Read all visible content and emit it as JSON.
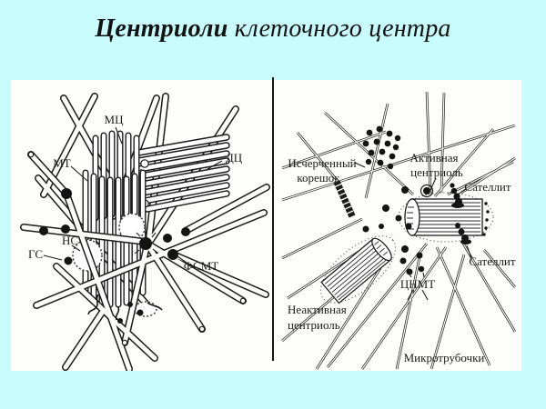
{
  "slide": {
    "title": {
      "emphasis": "Центриоли",
      "rest": " клеточного центра"
    },
    "colors": {
      "background": "#c9fdfd",
      "panel": "#fdfdfb",
      "ink": "#1b1b1b"
    }
  },
  "left_diagram": {
    "labels": {
      "mc": "МЦ",
      "dc": "ДЦ",
      "mt": "МТ",
      "ns": "НС",
      "gs": "ГС",
      "fsmt": "ФСМТ"
    }
  },
  "right_diagram": {
    "labels": {
      "rootlet_1": "Исчерченный",
      "rootlet_2": "корешок",
      "active_1": "Активная",
      "active_2": "центриоль",
      "satellite_top": "Сателлит",
      "satellite_bottom": "Сателлит",
      "cnmt": "ЦНМТ",
      "inactive_1": "Неактивная",
      "inactive_2": "центриоль",
      "microtubules": "Микротрубочки"
    }
  }
}
